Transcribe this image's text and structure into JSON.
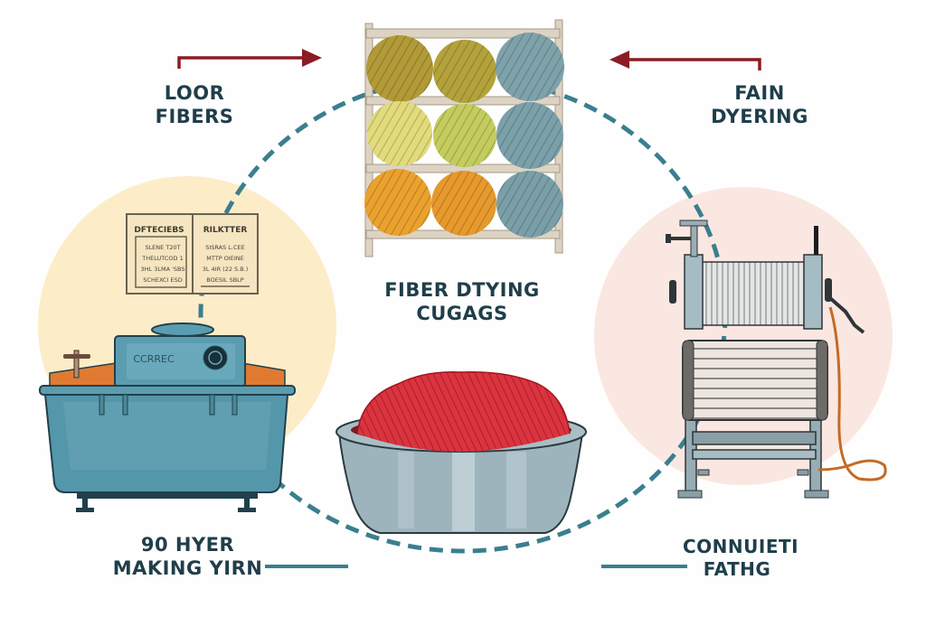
{
  "diagram": {
    "title_lines": [
      "FIBER DTYING",
      "CUGAGS"
    ],
    "stages": [
      {
        "id": "top-left",
        "lines": [
          "LOOR",
          "FIBERS"
        ]
      },
      {
        "id": "top-right",
        "lines": [
          "FAIN",
          "DYERING"
        ]
      },
      {
        "id": "bottom-left",
        "lines": [
          "90 HYER",
          "MAKING YIRN"
        ]
      },
      {
        "id": "bottom-right",
        "lines": [
          "CONNUIETI",
          "FATHG"
        ]
      }
    ],
    "sign": {
      "col1_header": "DFTECIEBS",
      "col2_header": "RILKTTER",
      "col1_rows": [
        "SLENE  T20T",
        "THELUTCOD 1",
        "3HL 3LMA 'SBS",
        "SCHEXCI ESD"
      ],
      "col2_rows": [
        "SISRAS L.CEE",
        "MTTP OIEINE",
        "3L 4IR (22 S.B.)",
        "BOESIL SBLP"
      ]
    },
    "tank_label": "CCRREC",
    "icons": [
      "yarn-rack-icon",
      "dye-tank-icon",
      "yarn-bowl-icon",
      "spinning-machine-icon",
      "arrow-right-icon",
      "arrow-left-icon"
    ],
    "colors": {
      "text": "#1f3e4a",
      "arrow": "#8a1c24",
      "dash": "#3a7f8e",
      "left_circle": "#fcedc8",
      "right_circle": "#fbe7e1",
      "tank": "#5b9db0",
      "yarn_red": "#d7323f"
    }
  }
}
